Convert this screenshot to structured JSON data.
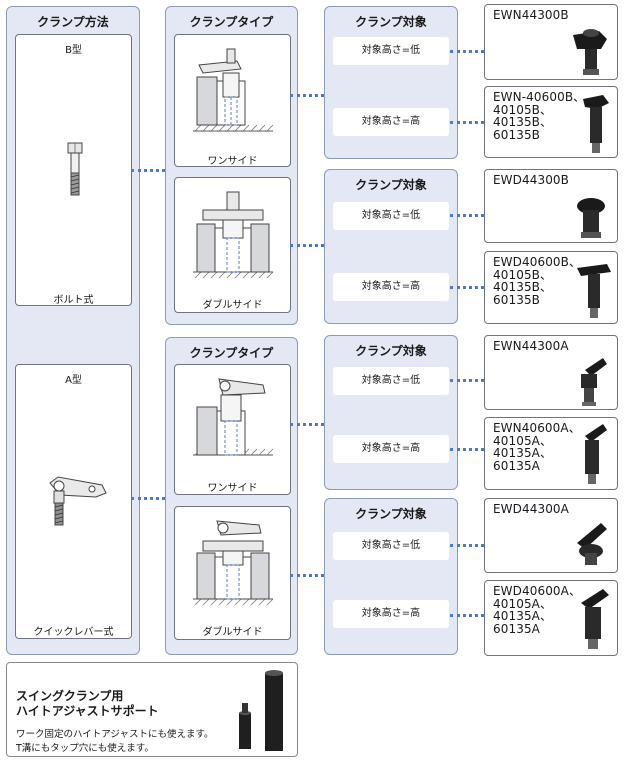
{
  "method": {
    "title": "クランプ方法",
    "b_type": {
      "name": "B型",
      "caption": "ボルト式"
    },
    "a_type": {
      "name": "A型",
      "caption": "クイックレバー式"
    }
  },
  "clamp_type": {
    "title": "クランプタイプ",
    "one_side": "ワンサイド",
    "double_side": "ダブルサイド"
  },
  "target": {
    "title": "クランプ対象",
    "low": "対象高さ=低",
    "high": "対象高さ=高"
  },
  "products": [
    {
      "text": "EWN44300B"
    },
    {
      "text": "EWN-40600B、\n40105B、\n40135B、\n60135B"
    },
    {
      "text": "EWD44300B"
    },
    {
      "text": "EWD40600B、\n40105B、\n40135B、\n60135B"
    },
    {
      "text": "EWN44300A"
    },
    {
      "text": "EWN40600A、\n40105A、\n40135A、\n60135A"
    },
    {
      "text": "EWD44300A"
    },
    {
      "text": "EWD40600A、\n40105A、\n40135A、\n60135A"
    }
  ],
  "support": {
    "title_line1": "スイングクランプ用",
    "title_line2": "ハイトアジャストサポート",
    "desc_line1": "ワーク固定のハイトアジャストにも使えます。",
    "desc_line2": "T溝にもタップ穴にも使えます。"
  },
  "colors": {
    "panel_bg": "#e3e8f4",
    "connector_dots": "#4d79c9"
  }
}
